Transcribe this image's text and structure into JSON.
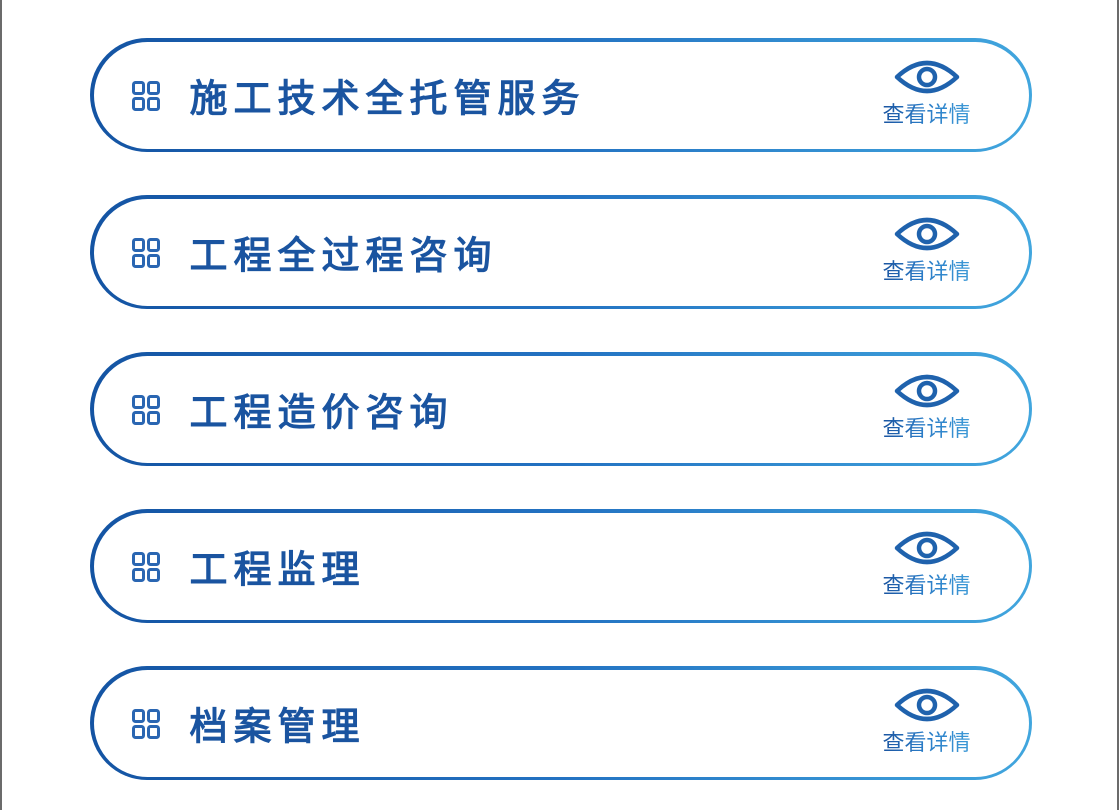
{
  "menu": {
    "items": [
      {
        "title": "施工技术全托管服务",
        "detail_label": "查看详情"
      },
      {
        "title": "工程全过程咨询",
        "detail_label": "查看详情"
      },
      {
        "title": "工程造价咨询",
        "detail_label": "查看详情"
      },
      {
        "title": "工程监理",
        "detail_label": "查看详情"
      },
      {
        "title": "档案管理",
        "detail_label": "查看详情"
      }
    ]
  },
  "icons": {
    "leading": "grid-icon",
    "detail": "eye-icon"
  },
  "colors": {
    "gradient_start": "#1454a3",
    "gradient_mid": "#2372c2",
    "gradient_end": "#41a6de",
    "title_text": "#1a54a0"
  }
}
